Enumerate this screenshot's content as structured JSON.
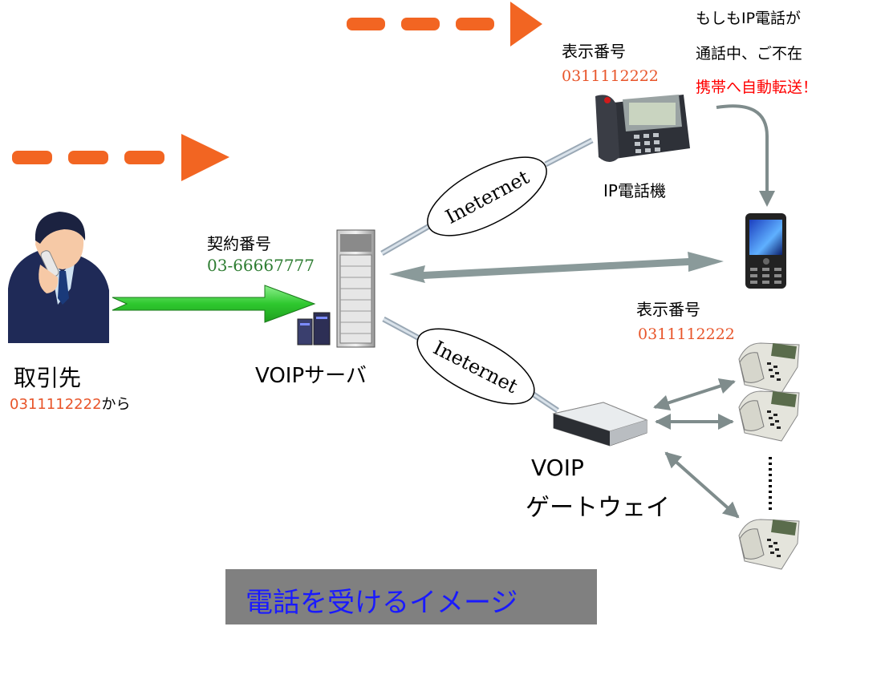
{
  "caller": {
    "label": "取引先",
    "number": "0311112222",
    "suffix": "から"
  },
  "server": {
    "contract_label": "契約番号",
    "contract_number": "03-66667777",
    "label": "VOIPサーバ"
  },
  "ip_phone": {
    "display_label": "表示番号",
    "display_number": "0311112222",
    "label": "IP電話機"
  },
  "forwarding_note": {
    "line1": "もしもIP電話が",
    "line2": "通話中、ご不在",
    "line3": "携帯へ自動転送！"
  },
  "gateway": {
    "display_label": "表示番号",
    "display_number": "0311112222",
    "label_line1": "VOIP",
    "label_line2": "ゲートウェイ"
  },
  "internet_label": "Ineternet",
  "caption": "電話を受けるイメージ",
  "colors": {
    "dash_arrow": "#f26522",
    "green_arrow": "#3ccc3c",
    "connector": "#7f8c8c",
    "forward_text": "#ff0000"
  }
}
